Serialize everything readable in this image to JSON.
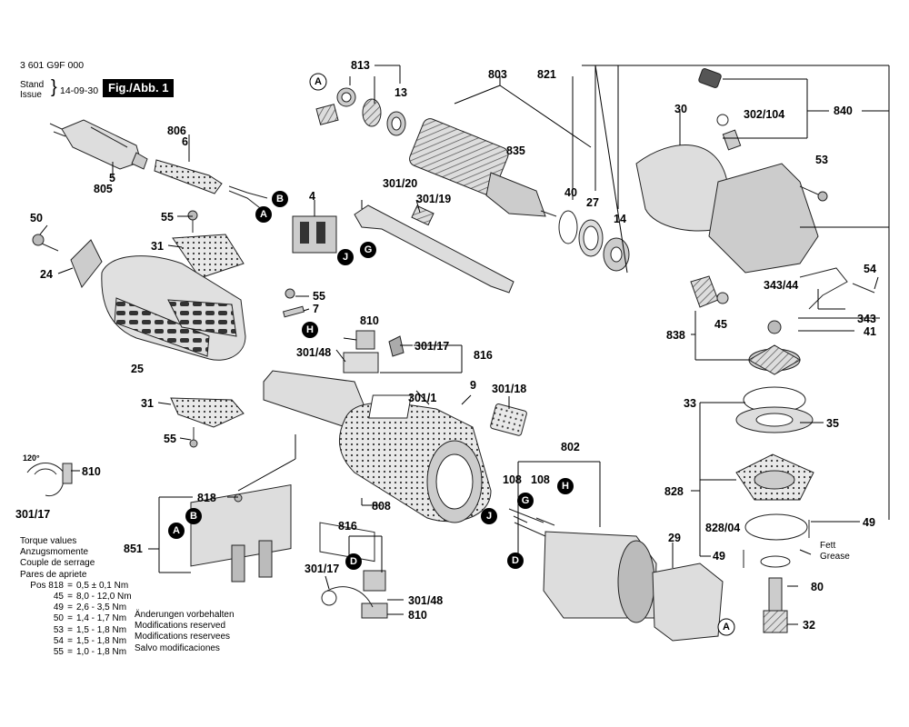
{
  "header": {
    "doc_id": "3 601 G9F 000",
    "stand_line1": "Stand",
    "stand_line2": "Issue",
    "brace": "}",
    "stand_date": "14-09-30",
    "figure_label": "Fig./Abb. 1"
  },
  "part_labels": {
    "p813": "813",
    "p803": "803",
    "p821": "821",
    "p13": "13",
    "p835": "835",
    "p30": "30",
    "p302_104": "302/104",
    "p840": "840",
    "p806": "806",
    "p6": "6",
    "p5": "5",
    "p805": "805",
    "p53": "53",
    "p40": "40",
    "p27": "27",
    "p14": "14",
    "p301_20": "301/20",
    "p301_19": "301/19",
    "p4": "4",
    "p50": "50",
    "p55a": "55",
    "p31a": "31",
    "p24": "24",
    "p54": "54",
    "p343_44": "343/44",
    "p45": "45",
    "p343": "343",
    "p41": "41",
    "p838": "838",
    "p55b": "55",
    "p7": "7",
    "p810a": "810",
    "p301_17a": "301/17",
    "p816a": "816",
    "p301_48a": "301/48",
    "p25": "25",
    "p9": "9",
    "p301_1": "301/1",
    "p301_18": "301/18",
    "p31b": "31",
    "p55c": "55",
    "p33": "33",
    "p35": "35",
    "p802": "802",
    "p108a": "108",
    "p108b": "108",
    "p810b": "810",
    "p301_17b": "301/17",
    "p818": "818",
    "p808": "808",
    "p828": "828",
    "p828_04": "828/04",
    "p49a": "49",
    "p49b": "49",
    "p851": "851",
    "p816b": "816",
    "p301_17c": "301/17",
    "p301_48b": "301/48",
    "p810c": "810",
    "p29": "29",
    "p80": "80",
    "p32": "32",
    "angle": "120°"
  },
  "callouts": {
    "A": "A",
    "B": "B",
    "D": "D",
    "G": "G",
    "H": "H",
    "J": "J"
  },
  "fett": {
    "line1": "Fett",
    "line2": "Grease"
  },
  "torque": {
    "titles": [
      "Torque values",
      "Anzugsmomente",
      "Couple de serrage",
      "Pares de apriete"
    ],
    "rows": [
      {
        "pos": "Pos 818",
        "eq": "=",
        "value": "0,5 ± 0,1 Nm"
      },
      {
        "pos": "45",
        "eq": "=",
        "value": "8,0 - 12,0 Nm"
      },
      {
        "pos": "49",
        "eq": "=",
        "value": "2,6 - 3,5 Nm"
      },
      {
        "pos": "50",
        "eq": "=",
        "value": "1,4 - 1,7 Nm"
      },
      {
        "pos": "53",
        "eq": "=",
        "value": "1,5 - 1,8 Nm"
      },
      {
        "pos": "54",
        "eq": "=",
        "value": "1,5 - 1,8 Nm"
      },
      {
        "pos": "55",
        "eq": "=",
        "value": "1,0 - 1,8 Nm"
      }
    ]
  },
  "notes": [
    "Änderungen vorbehalten",
    "Modifications reserved",
    "Modifications reservees",
    "Salvo modificaciones"
  ]
}
